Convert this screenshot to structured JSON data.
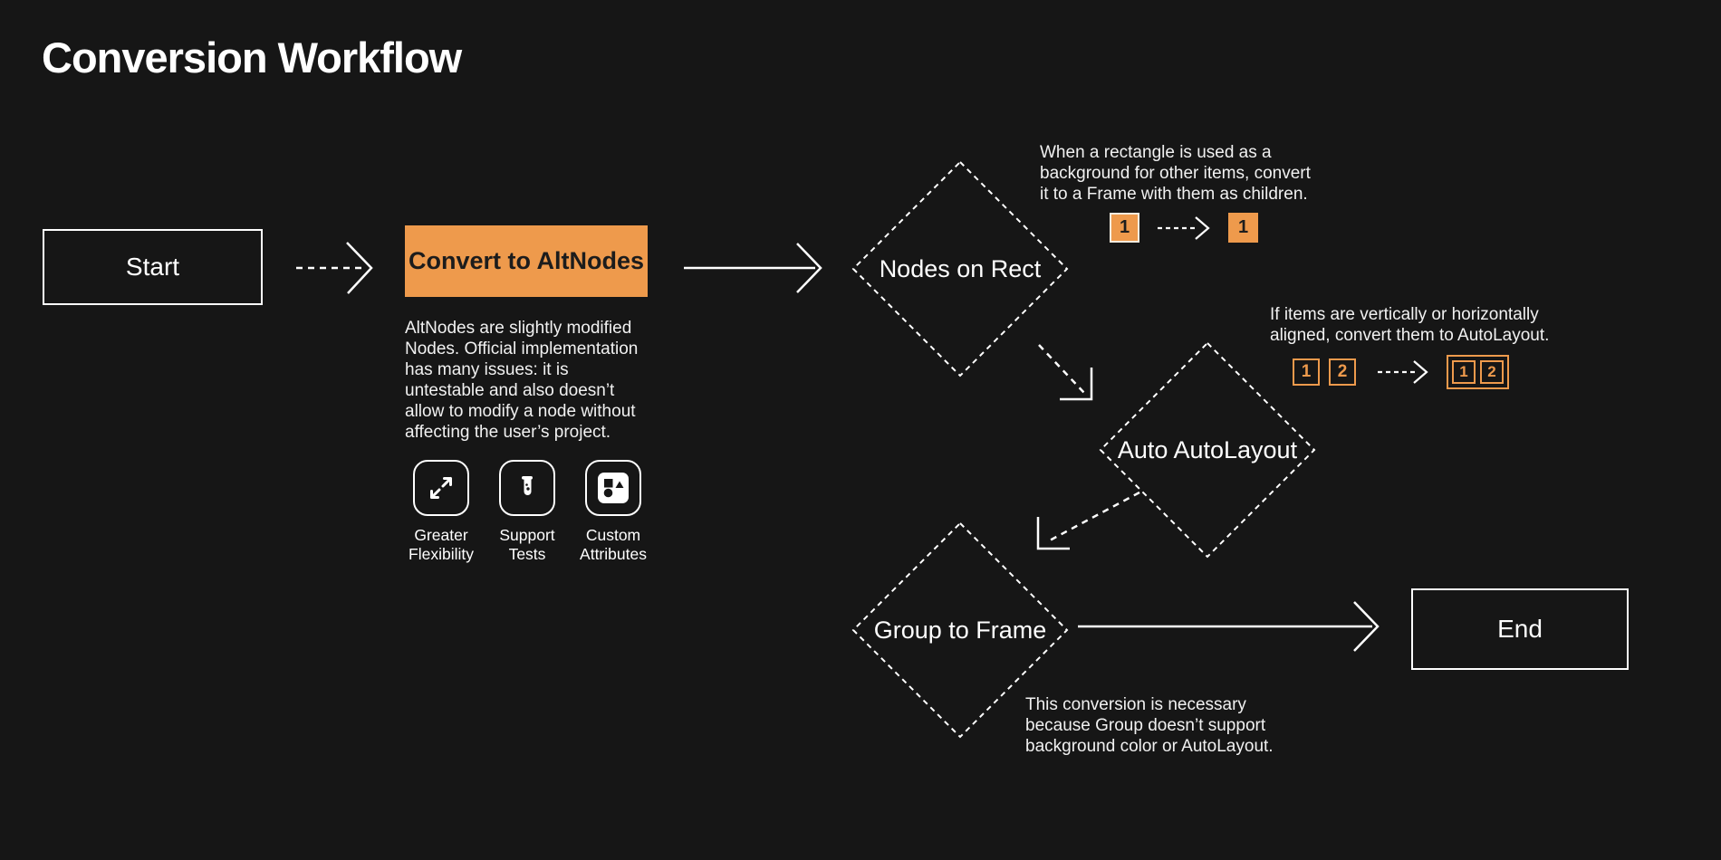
{
  "canvas": {
    "background": "#161616",
    "accent_orange": "#EE9A4C",
    "text_color": "#FFFFFF"
  },
  "title": "Conversion Workflow",
  "flow": {
    "start": {
      "label": "Start"
    },
    "convert": {
      "label": "Convert to AltNodes",
      "note": [
        "AltNodes are slightly modified",
        "Nodes. Official implementation",
        "has many issues: it is",
        "untestable and also doesn’t",
        "allow to modify a node without",
        "affecting the user’s project."
      ],
      "features": [
        {
          "icon": "expand-arrows-icon",
          "label": [
            "Greater",
            "Flexibility"
          ]
        },
        {
          "icon": "test-tube-icon",
          "label": [
            "Support",
            "Tests"
          ]
        },
        {
          "icon": "shapes-icon",
          "label": [
            "Custom",
            "Attributes"
          ]
        }
      ]
    },
    "nodes_on_rect": {
      "label": "Nodes on Rect",
      "note": [
        "When a rectangle is used as a",
        "background for other items, convert",
        "it to a Frame with them as children."
      ],
      "mini": {
        "before_label": "1",
        "after_label": "1"
      }
    },
    "auto_autolayout": {
      "label": "Auto AutoLayout",
      "note": [
        "If items are vertically or horizontally",
        "aligned, convert them to AutoLayout."
      ],
      "mini": {
        "item_a": "1",
        "item_b": "2",
        "result_a": "1",
        "result_b": "2"
      }
    },
    "group_to_frame": {
      "label": "Group to Frame",
      "note": [
        "This conversion is necessary",
        "because Group doesn’t support",
        "background color or AutoLayout."
      ]
    },
    "end": {
      "label": "End"
    }
  }
}
